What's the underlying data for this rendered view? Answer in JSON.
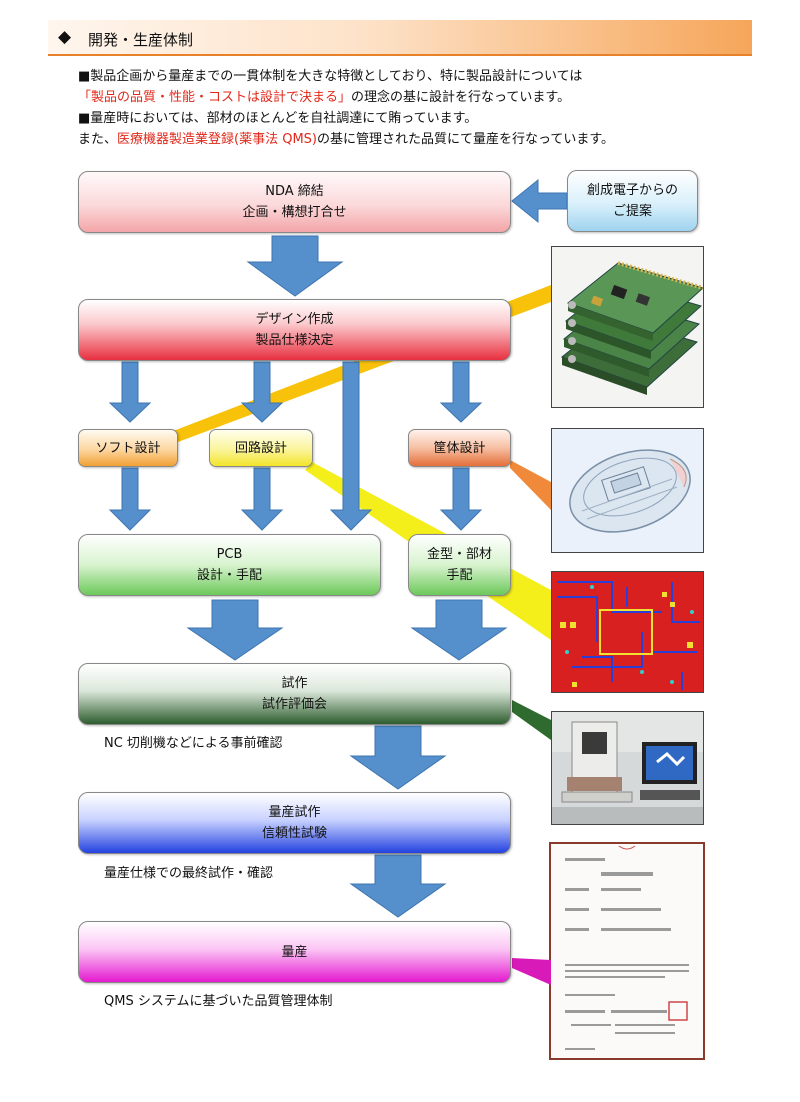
{
  "header": {
    "diamond": "◆",
    "title": "開発・生産体制"
  },
  "intro": {
    "line1": "■製品企画から量産までの一貫体制を大きな特徴としており、特に製品設計については",
    "line2_red": "「製品の品質・性能・コストは設計で決まる」",
    "line2_rest": "の理念の基に設計を行なっています。",
    "line3": "■量産時においては、部材のほとんどを自社調達にて賄っています。",
    "line4_pre": "また、",
    "line4_red": "医療機器製造業登録(薬事法 QMS)",
    "line4_rest": "の基に管理された品質にて量産を行なっています。"
  },
  "boxes": {
    "nda": {
      "line1": "NDA 締結",
      "line2": "企画・構想打合せ"
    },
    "proposal": {
      "line1": "創成電子からの",
      "line2": "ご提案"
    },
    "design": {
      "line1": "デザイン作成",
      "line2": "製品仕様決定"
    },
    "soft": {
      "label": "ソフト設計"
    },
    "circuit": {
      "label": "回路設計"
    },
    "case": {
      "label": "筐体設計"
    },
    "pcb": {
      "line1": "PCB",
      "line2": "設計・手配"
    },
    "mold": {
      "line1": "金型・部材",
      "line2": "手配"
    },
    "proto": {
      "line1": "試作",
      "line2": "試作評価会"
    },
    "massproto": {
      "line1": "量産試作",
      "line2": "信頼性試験"
    },
    "mass": {
      "label": "量産"
    }
  },
  "captions": {
    "proto": "NC 切削機などによる事前確認",
    "massproto": "量産仕様での最終試作・確認",
    "mass": "QMS システムに基づいた品質管理体制"
  },
  "photos": {
    "pcb_stack": "stacked-circuit-boards-photo",
    "case_3d": "enclosure-3d-model-image",
    "pcb_layout": "pcb-layout-image",
    "nc_machine": "nc-cutting-machine-photo",
    "certificate": "registration-certificate-image"
  },
  "colors": {
    "arrow": "#5590cc",
    "accent_red": "#e0281a",
    "header_orange": "#f6a65a"
  }
}
